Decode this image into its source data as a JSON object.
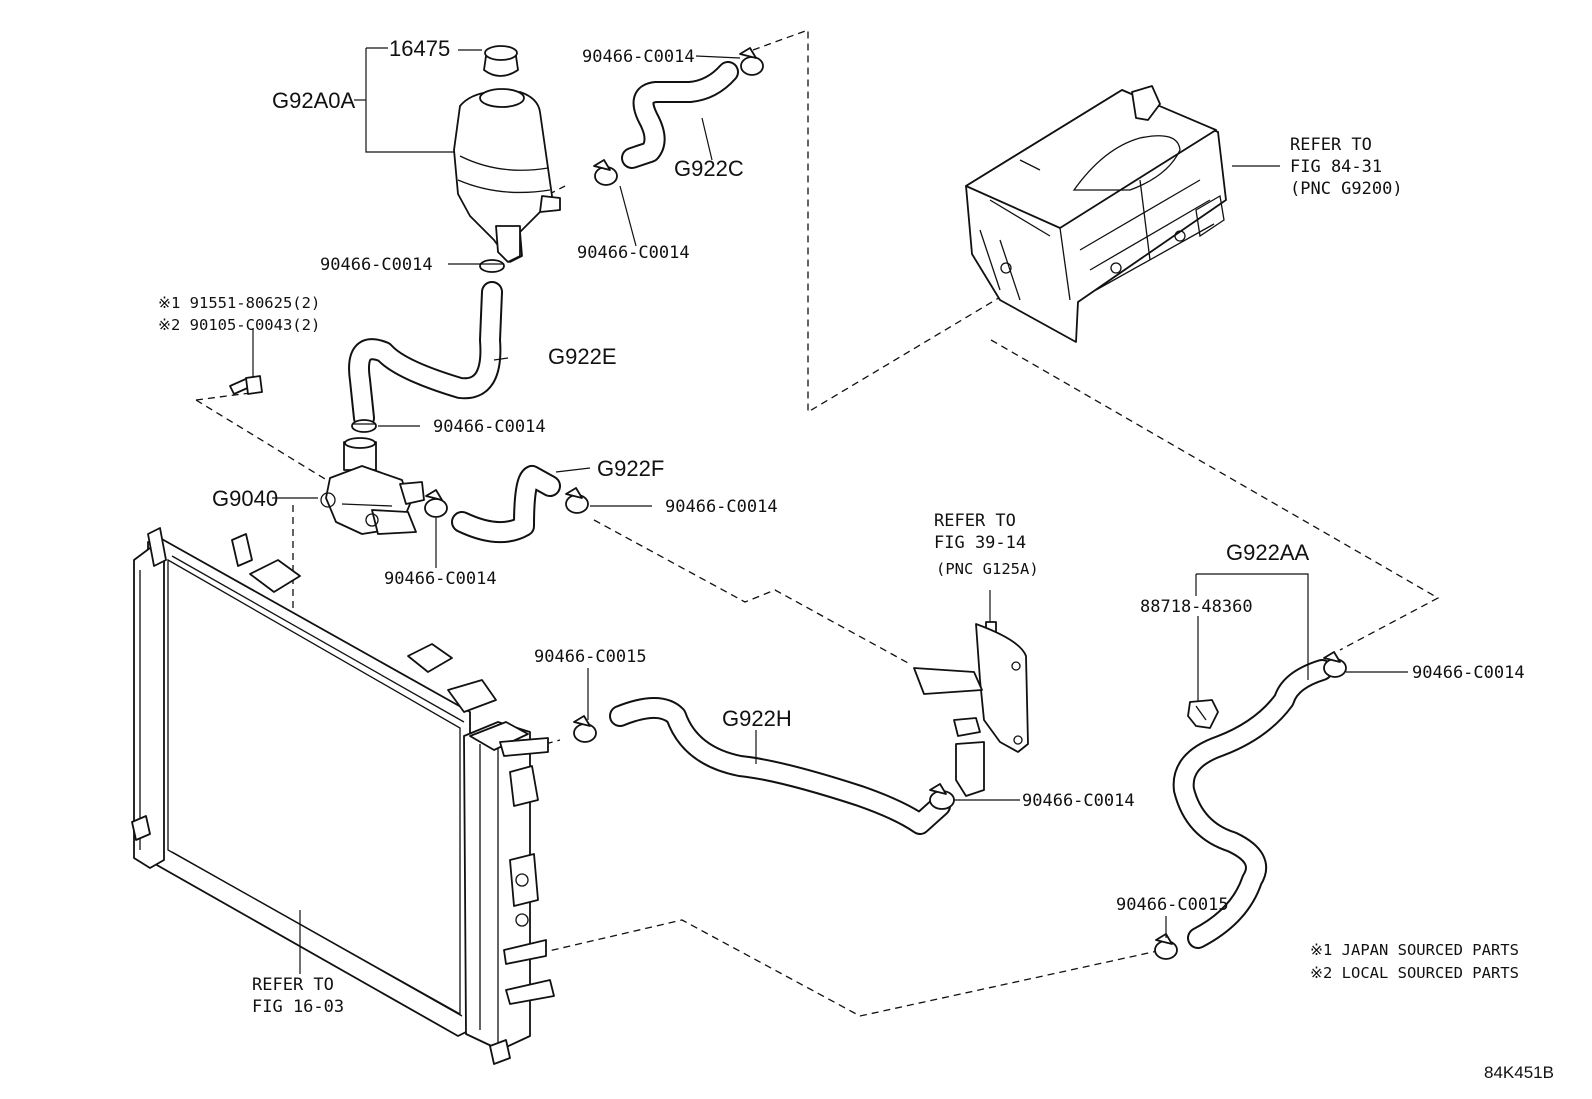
{
  "diagram": {
    "labels": {
      "cap": "16475",
      "reservoir": "G92A0A",
      "hose_c": "G922C",
      "hose_e": "G922E",
      "hose_f": "G922F",
      "hose_h": "G922H",
      "hose_aa": "G922AA",
      "pump": "G9040",
      "clamp_c0014": "90466-C0014",
      "clamp_c0015": "90466-C0015",
      "part_88718": "88718-48360",
      "bolt_1": "※1 91551-80625(2)",
      "bolt_2": "※2 90105-C0043(2)"
    },
    "refs": {
      "inverter": [
        "REFER TO",
        "FIG 84-31",
        "(PNC G9200)"
      ],
      "cooler": [
        "REFER TO",
        "FIG 39-14",
        "(PNC G125A)"
      ],
      "radiator": [
        "REFER TO",
        "FIG 16-03"
      ]
    },
    "notes": [
      "※1 JAPAN SOURCED PARTS",
      "※2 LOCAL SOURCED PARTS"
    ],
    "figure_code": "84K451B"
  }
}
